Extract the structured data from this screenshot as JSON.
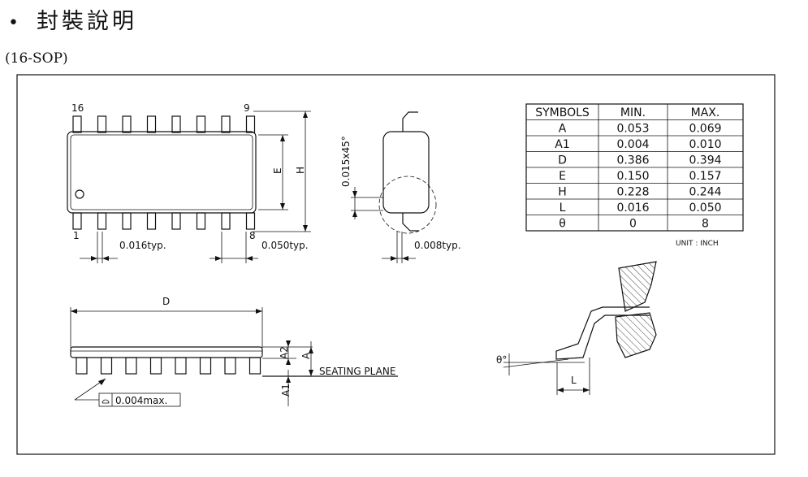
{
  "heading": {
    "bullet": "•",
    "title": "封裝說明"
  },
  "subheading": "(16-SOP)",
  "top_view": {
    "pin_first_top": "16",
    "pin_last_top": "9",
    "pin_first_bottom": "1",
    "pin_last_bottom": "8",
    "label_E": "E",
    "label_H": "H",
    "dim_lead_width": "0.016typ.",
    "dim_pitch": "0.050typ."
  },
  "side_view": {
    "dim_chamfer": "0.015x45°",
    "dim_lead_thickness": "0.008typ."
  },
  "front_view": {
    "label_D": "D",
    "label_A2": "A2",
    "label_A": "A",
    "label_A1": "A1",
    "seating_plane": "SEATING PLANE",
    "coplanarity": "0.004max."
  },
  "detail_view": {
    "label_theta": "θ°",
    "label_L": "L"
  },
  "table": {
    "headers": [
      "SYMBOLS",
      "MIN.",
      "MAX."
    ],
    "rows": [
      [
        "A",
        "0.053",
        "0.069"
      ],
      [
        "A1",
        "0.004",
        "0.010"
      ],
      [
        "D",
        "0.386",
        "0.394"
      ],
      [
        "E",
        "0.150",
        "0.157"
      ],
      [
        "H",
        "0.228",
        "0.244"
      ],
      [
        "L",
        "0.016",
        "0.050"
      ],
      [
        "θ",
        "0",
        "8"
      ]
    ],
    "unit_note": "UNIT : INCH"
  }
}
